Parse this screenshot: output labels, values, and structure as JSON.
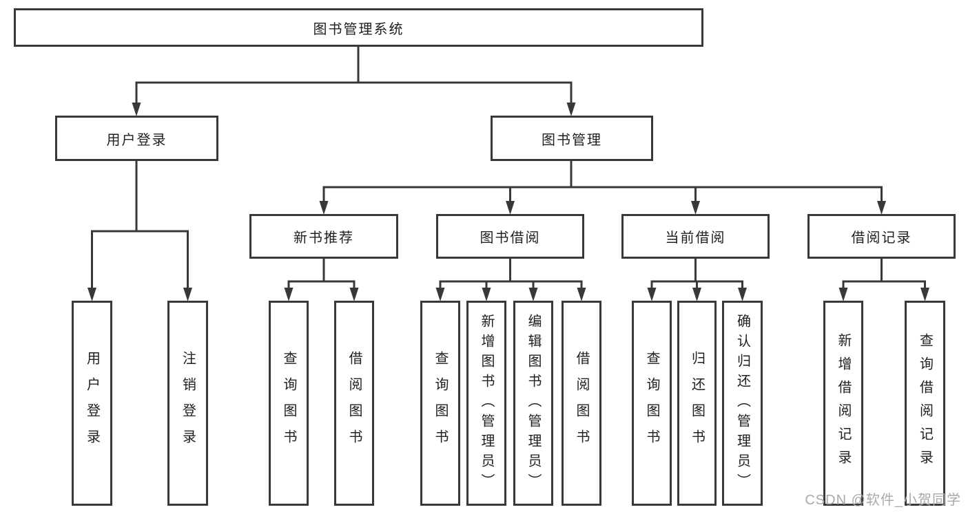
{
  "diagram": {
    "root": {
      "label": "图书管理系统"
    },
    "branches": [
      {
        "label": "用户登录",
        "children": [
          {
            "label": "用户登录"
          },
          {
            "label": "注销登录"
          }
        ]
      },
      {
        "label": "图书管理",
        "sections": [
          {
            "label": "新书推荐",
            "children": [
              {
                "label": "查询图书"
              },
              {
                "label": "借阅图书"
              }
            ]
          },
          {
            "label": "图书借阅",
            "children": [
              {
                "label": "查询图书"
              },
              {
                "label": "新增图书（管理员）"
              },
              {
                "label": "编辑图书（管理员）"
              },
              {
                "label": "借阅图书"
              }
            ]
          },
          {
            "label": "当前借阅",
            "children": [
              {
                "label": "查询图书"
              },
              {
                "label": "归还图书"
              },
              {
                "label": "确认归还（管理员）"
              }
            ]
          },
          {
            "label": "借阅记录",
            "children": [
              {
                "label": "新增借阅记录"
              },
              {
                "label": "查询借阅记录"
              }
            ]
          }
        ]
      }
    ]
  },
  "watermark": {
    "text": "CSDN @软件_小贺同学"
  },
  "colors": {
    "line": "#383838",
    "box_border": "#383838",
    "text": "#1f1f1f",
    "watermark": "#a9a9a9",
    "background": "#ffffff"
  }
}
